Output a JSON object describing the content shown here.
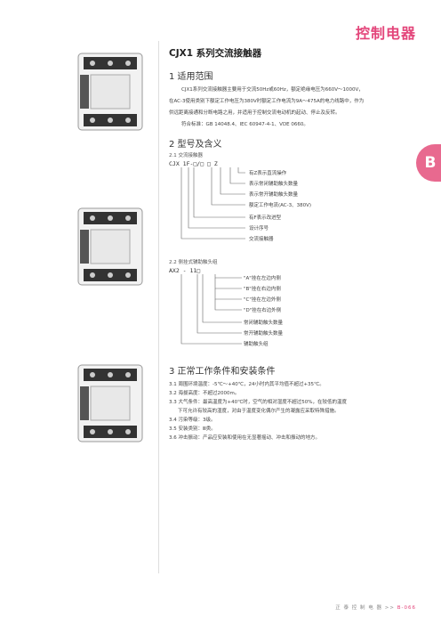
{
  "header": {
    "category": "控制电器"
  },
  "side_tab": {
    "letter": "B"
  },
  "product": {
    "title": "CJX1 系列交流接触器"
  },
  "s1": {
    "heading": "1 适用范围",
    "p1": "CJX1系列交流接触器主要用于交流50Hz或60Hz，额定绝缘电压为660V～1000V，",
    "p1b": "在AC-3使用类别下额定工作电压为380V时额定工作电流为9A～475A的电力线路中，作为",
    "p1c": "供远距离接通和分断电路之用，并适用于控制交流电动机的起动、停止及反转。",
    "p2": "符合标准：GB 14048.4、IEC 60947-4-1、VDE 0660。"
  },
  "s2": {
    "heading": "2 型号及含义",
    "sub1": "2.1 交流接触器",
    "code1": "CJX 1F-□/□ □ Z",
    "labels1": [
      "有Z表示直流操作",
      "表示常闭辅助触头数量",
      "表示常开辅助触头数量",
      "额定工作电流(AC-3、380V)",
      "有F表示改进型",
      "设计序号",
      "交流接触器"
    ],
    "sub2": "2.2 侧挂式辅助触头组",
    "code2": "AX2 - 11□",
    "labels2": [
      "\"A\"挂在左边内侧",
      "\"B\"挂在右边内侧",
      "\"C\"挂在左边外侧",
      "\"D\"挂在右边外侧",
      "常闭辅助触头数量",
      "常开辅助触头数量",
      "辅助触头组"
    ]
  },
  "s3": {
    "heading": "3 正常工作条件和安装条件",
    "items": [
      "3.1 周围环境温度：-5℃～+40℃，24小时内其平均值不超过+35℃。",
      "3.2 海拔高度：不超过2000m。",
      "3.3 大气条件：最高温度为+40℃时，空气的相对湿度不超过50%，在较低的温度",
      "下可允许有较高的湿度，对由于温度变化偶尔产生的凝露应采取特殊措施。",
      "3.4 污染等级：3级。",
      "3.5 安装类别：Ⅲ类。",
      "3.6 冲击振动：产品应安装和使用在无显著摇动、冲击和振动的地方。"
    ]
  },
  "footer": {
    "text": "正 泰 控 制 电 器 >>",
    "page": "B-066"
  }
}
